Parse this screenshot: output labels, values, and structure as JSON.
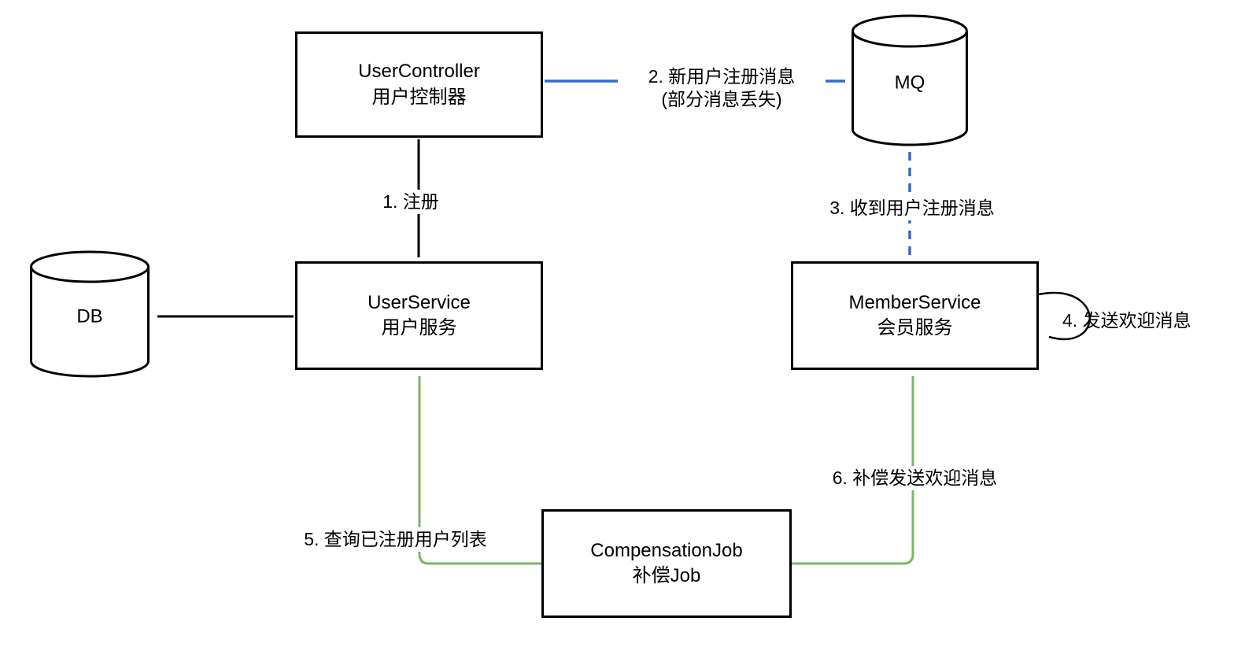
{
  "diagram": {
    "title": "User registration with MQ and compensation job flow",
    "nodes": {
      "user_controller": {
        "line1": "UserController",
        "line2": "用户控制器"
      },
      "mq": {
        "label": "MQ"
      },
      "user_service": {
        "line1": "UserService",
        "line2": "用户服务"
      },
      "db": {
        "label": "DB"
      },
      "member_service": {
        "line1": "MemberService",
        "line2": "会员服务"
      },
      "compensation_job": {
        "line1": "CompensationJob",
        "line2": "补偿Job"
      }
    },
    "edges": {
      "register": {
        "label": "1. 注册"
      },
      "new_user_message": {
        "line1": "2. 新用户注册消息",
        "line2": "(部分消息丢失)"
      },
      "receive_message": {
        "label": "3. 收到用户注册消息"
      },
      "send_welcome": {
        "label": "4. 发送欢迎消息"
      },
      "query_users": {
        "label": "5. 查询已注册用户列表"
      },
      "compensate_welcome": {
        "label": "6. 补偿发送欢迎消息"
      }
    },
    "colors": {
      "arrow_black": "#000000",
      "arrow_blue": "#2f6bce",
      "arrow_green": "#7cb564",
      "node_border": "#000000",
      "background": "#ffffff"
    }
  }
}
